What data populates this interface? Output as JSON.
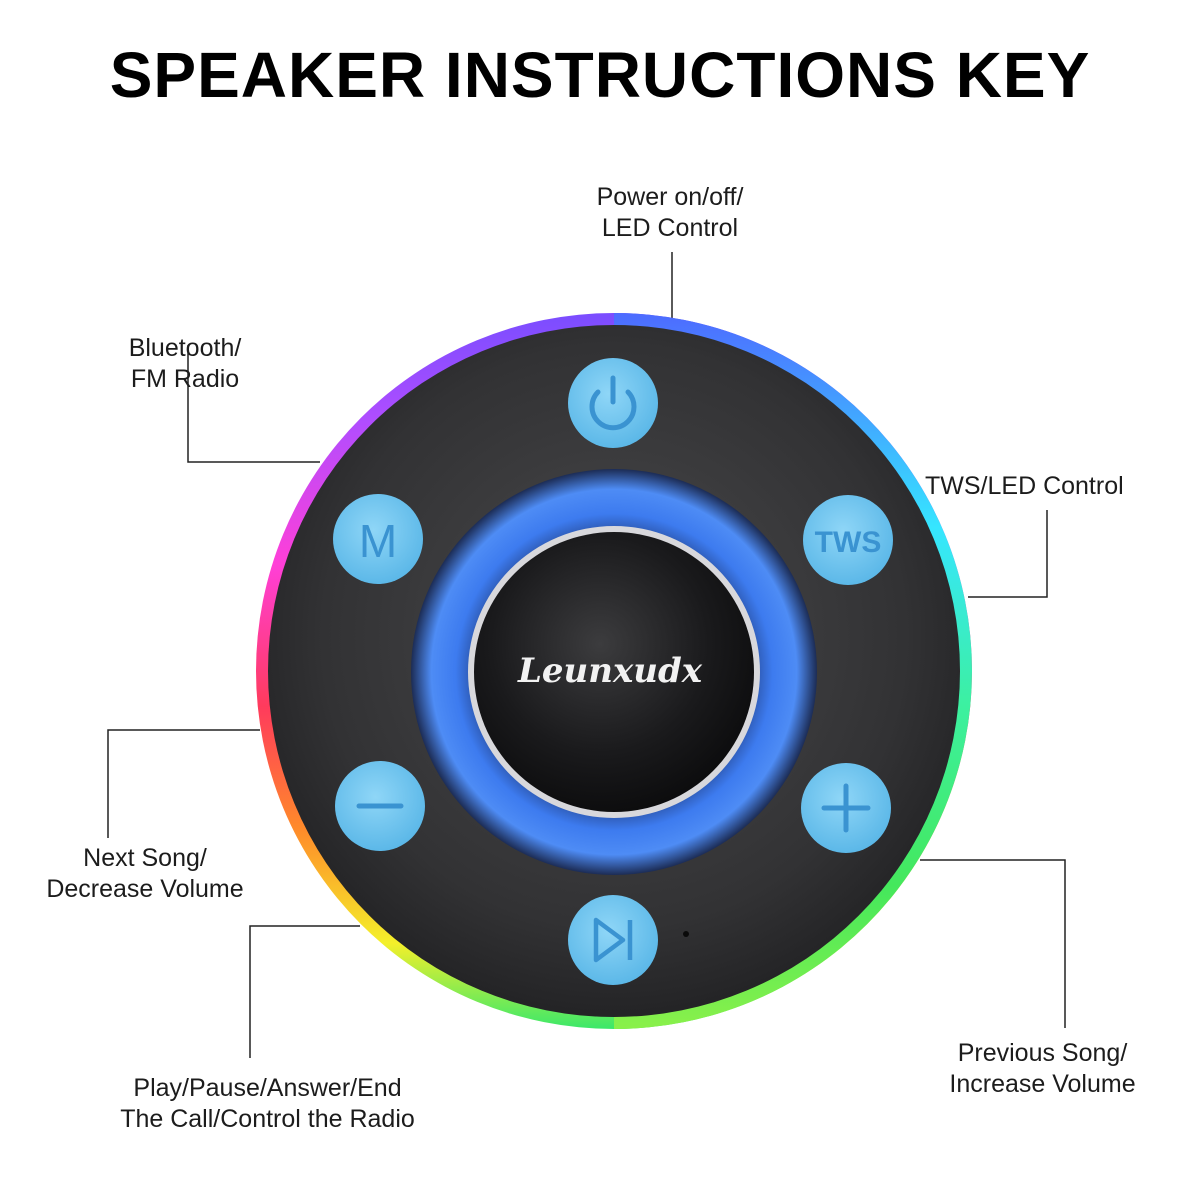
{
  "title": "SPEAKER INSTRUCTIONS KEY",
  "brand": "Leunxudx",
  "labels": {
    "power": [
      "Power on/off/",
      "LED Control"
    ],
    "bluetooth": [
      "Bluetooth/",
      "FM Radio"
    ],
    "tws": [
      "TWS/LED Control"
    ],
    "next": [
      "Next Song/",
      "Decrease Volume"
    ],
    "play": [
      "Play/Pause/Answer/End",
      "The Call/Control the Radio"
    ],
    "prev": [
      "Previous Song/",
      "Increase Volume"
    ]
  },
  "buttons": {
    "power": {
      "icon": "power-icon"
    },
    "mode": {
      "text": "M"
    },
    "tws": {
      "text": "TWS"
    },
    "minus": {
      "icon": "minus-icon"
    },
    "plus": {
      "icon": "plus-icon"
    },
    "play": {
      "icon": "play-pause-icon"
    }
  },
  "colors": {
    "button": "#6ec6f0",
    "button_glyph": "#3a93d1",
    "ring_glow": "#3b7ff0",
    "body": "#2e2e30"
  }
}
